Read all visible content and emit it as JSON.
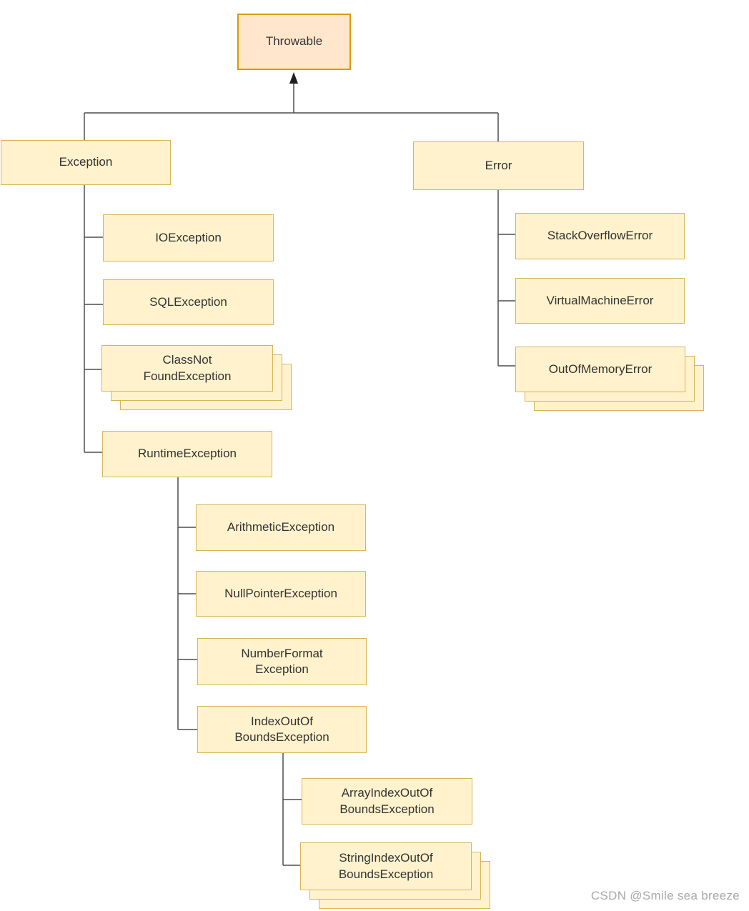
{
  "diagram": {
    "title": "Java Throwable class hierarchy",
    "type": "tree-diagram"
  },
  "colors": {
    "root_fill": "#FFE6CC",
    "root_border": "#D79B00",
    "class_fill": "#FFF2CC",
    "class_border": "#D6B656",
    "line": "#4D4D4D",
    "text": "#333333",
    "watermark_text": "#A8A8A8"
  },
  "nodes": {
    "throwable": {
      "label": "Throwable"
    },
    "exception": {
      "label": "Exception"
    },
    "error": {
      "label": "Error"
    },
    "ioexception": {
      "label": "IOException"
    },
    "sqlexception": {
      "label": "SQLException"
    },
    "classnotfound": {
      "label": "ClassNot\nFoundException",
      "stacked": true
    },
    "runtime": {
      "label": "RuntimeException"
    },
    "arithmetic": {
      "label": "ArithmeticException"
    },
    "nullpointer": {
      "label": "NullPointerException"
    },
    "numberformat": {
      "label": "NumberFormat\nException"
    },
    "indexoutofbounds": {
      "label": "IndexOutOf\nBoundsException"
    },
    "arrayindex": {
      "label": "ArrayIndexOutOf\nBoundsException"
    },
    "stringindex": {
      "label": "StringIndexOutOf\nBoundsException",
      "stacked": true
    },
    "stackoverflow": {
      "label": "StackOverflowError"
    },
    "virtualmachine": {
      "label": "VirtualMachineError"
    },
    "outofmemory": {
      "label": "OutOfMemoryError",
      "stacked": true
    }
  },
  "edges": [
    "Throwable<-Exception",
    "Throwable<-Error",
    "Exception<-IOException",
    "Exception<-SQLException",
    "Exception<-ClassNotFoundException",
    "Exception<-RuntimeException",
    "RuntimeException<-ArithmeticException",
    "RuntimeException<-NullPointerException",
    "RuntimeException<-NumberFormatException",
    "RuntimeException<-IndexOutOfBoundsException",
    "IndexOutOfBoundsException<-ArrayIndexOutOfBoundsException",
    "IndexOutOfBoundsException<-StringIndexOutOfBoundsException",
    "Error<-StackOverflowError",
    "Error<-VirtualMachineError",
    "Error<-OutOfMemoryError"
  ],
  "watermark": "CSDN @Smile sea breeze"
}
